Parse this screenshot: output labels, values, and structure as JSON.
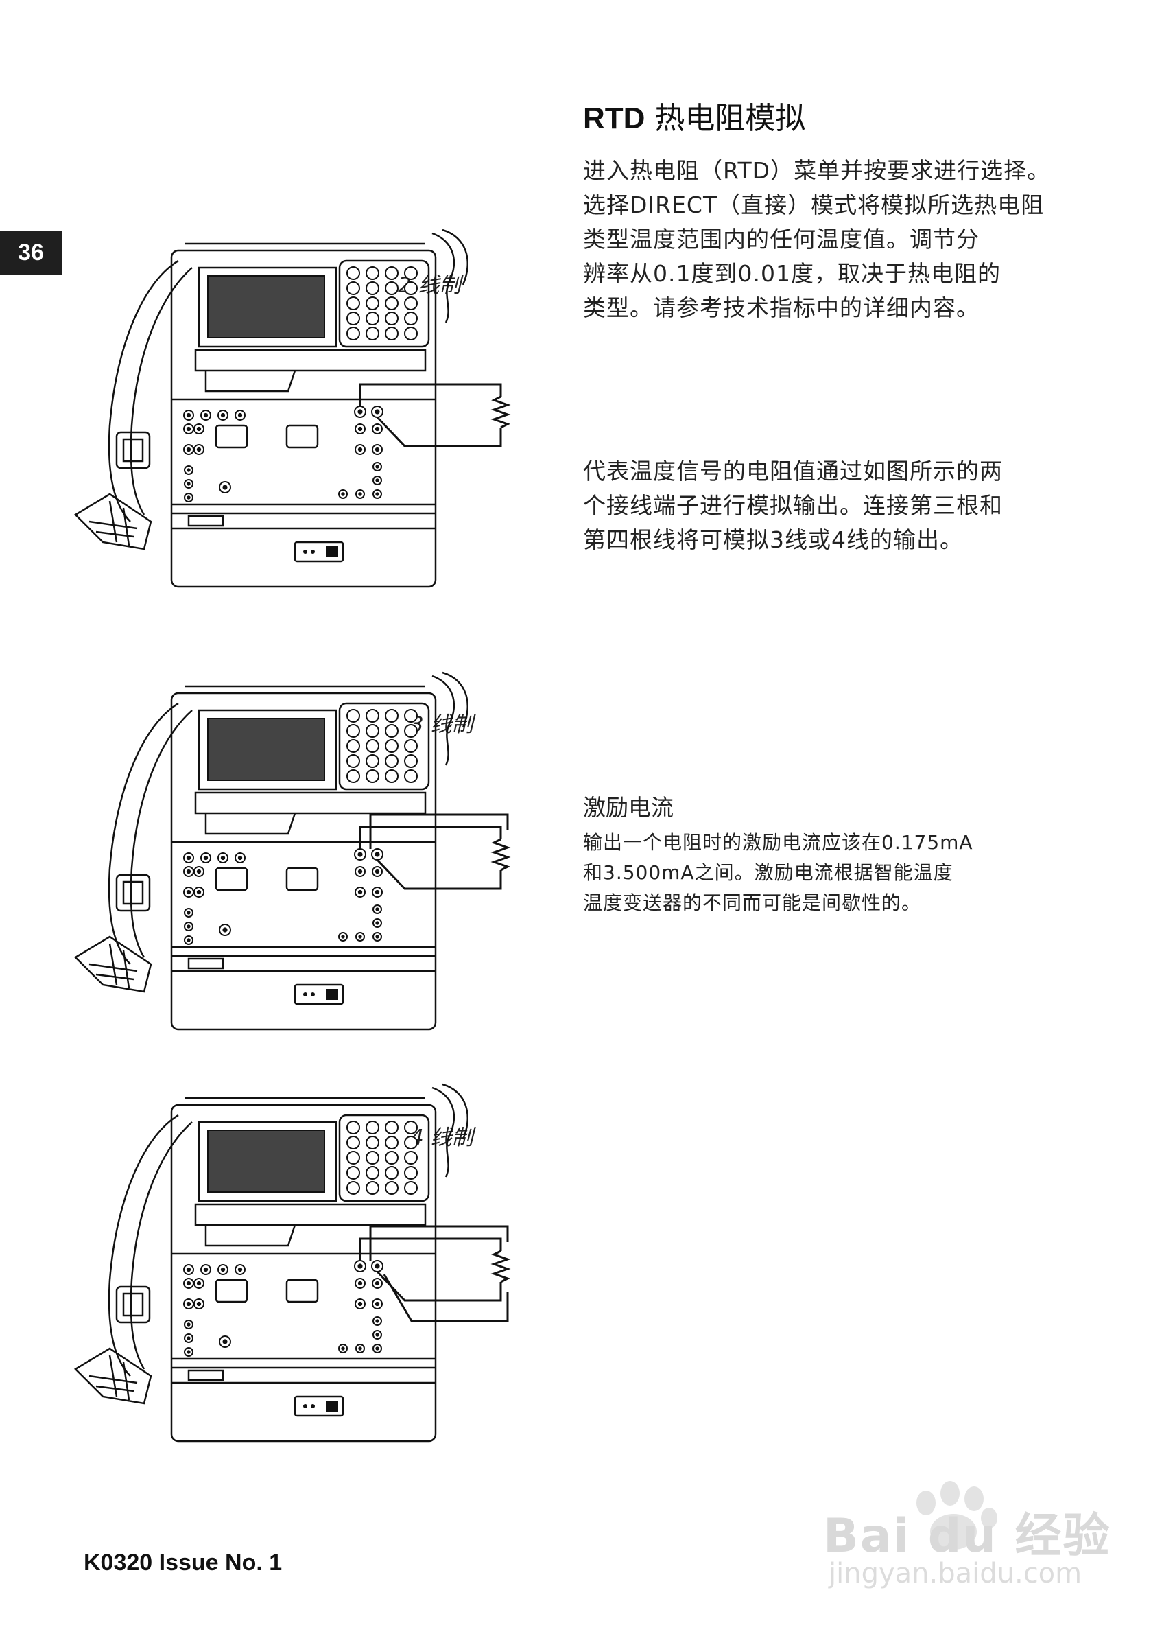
{
  "page_number": "36",
  "title": {
    "strong": "RTD",
    "rest": " 热电阻模拟"
  },
  "paragraphs": {
    "intro": "进入热电阻（RTD）菜单并按要求进行选择。\n选择DIRECT（直接）模式将模拟所选热电阻\n类型温度范围内的任何温度值。调节分\n辨率从0.1度到0.01度，取决于热电阻的\n类型。请参考技术指标中的详细内容。",
    "output": "代表温度信号的电阻值通过如图所示的两\n个接线端子进行模拟输出。连接第三根和\n第四根线将可模拟3线或4线的输出。",
    "excitation_heading": "激励电流",
    "excitation": "输出一个电阻时的激励电流应该在0.175mA\n和3.500mA之间。激励电流根据智能温度\n温度变送器的不同而可能是间歇性的。"
  },
  "figures": [
    {
      "label": "2 线制",
      "wires": 2
    },
    {
      "label": "3 线制",
      "wires": 3
    },
    {
      "label": "4 线制",
      "wires": 4
    }
  ],
  "footer": "K0320 Issue No. 1",
  "watermark": {
    "brand": "Bai du 经验",
    "url": "jingyan.baidu.com"
  }
}
